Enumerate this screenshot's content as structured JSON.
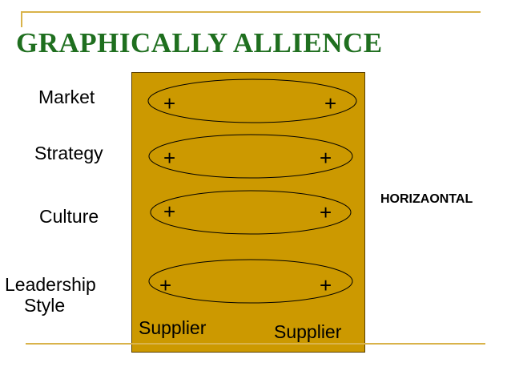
{
  "title": "GRAPHICALLY ALLIENCE",
  "rows": [
    {
      "label": "Market",
      "left_mark": "+",
      "right_mark": "+"
    },
    {
      "label": "Strategy",
      "left_mark": "+",
      "right_mark": "+"
    },
    {
      "label": "Culture",
      "left_mark": "+",
      "right_mark": "+"
    },
    {
      "label": "Leadership Style",
      "label_line1": "Leadership",
      "label_line2": "Style",
      "left_mark": "+",
      "right_mark": "+"
    }
  ],
  "supplier_left": "Supplier",
  "supplier_right": "Supplier",
  "side_label": "HORIZAONTAL",
  "colors": {
    "box_fill": "#cc9900",
    "title": "#1f6f1f",
    "rule": "#d9b34a"
  }
}
